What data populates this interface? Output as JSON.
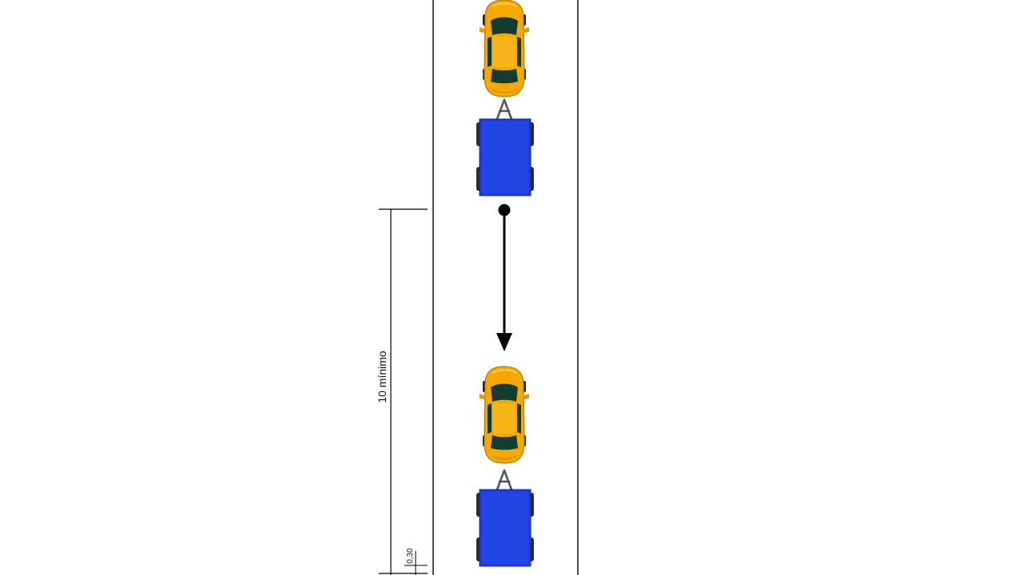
{
  "diagram": {
    "dimensions": {
      "main_label": "10 mínimo",
      "small_label": "0,30"
    },
    "vehicles": [
      {
        "kind": "car",
        "icon": "car-top-view-icon",
        "color": "#f5a800"
      },
      {
        "kind": "trailer",
        "icon": "trailer-top-view-icon",
        "color": "#1c3ddc"
      },
      {
        "kind": "car",
        "icon": "car-top-view-icon",
        "color": "#f5a800"
      },
      {
        "kind": "trailer",
        "icon": "trailer-top-view-icon",
        "color": "#1c3ddc"
      }
    ],
    "arrow": {
      "direction": "down",
      "icon": "arrow-down-icon",
      "color": "#000000"
    },
    "colors": {
      "lane_line": "#000000",
      "car_body": "#f5a800",
      "trailer_body": "#1c3ddc",
      "glass": "#123c2f",
      "hitch": "#555555"
    }
  }
}
